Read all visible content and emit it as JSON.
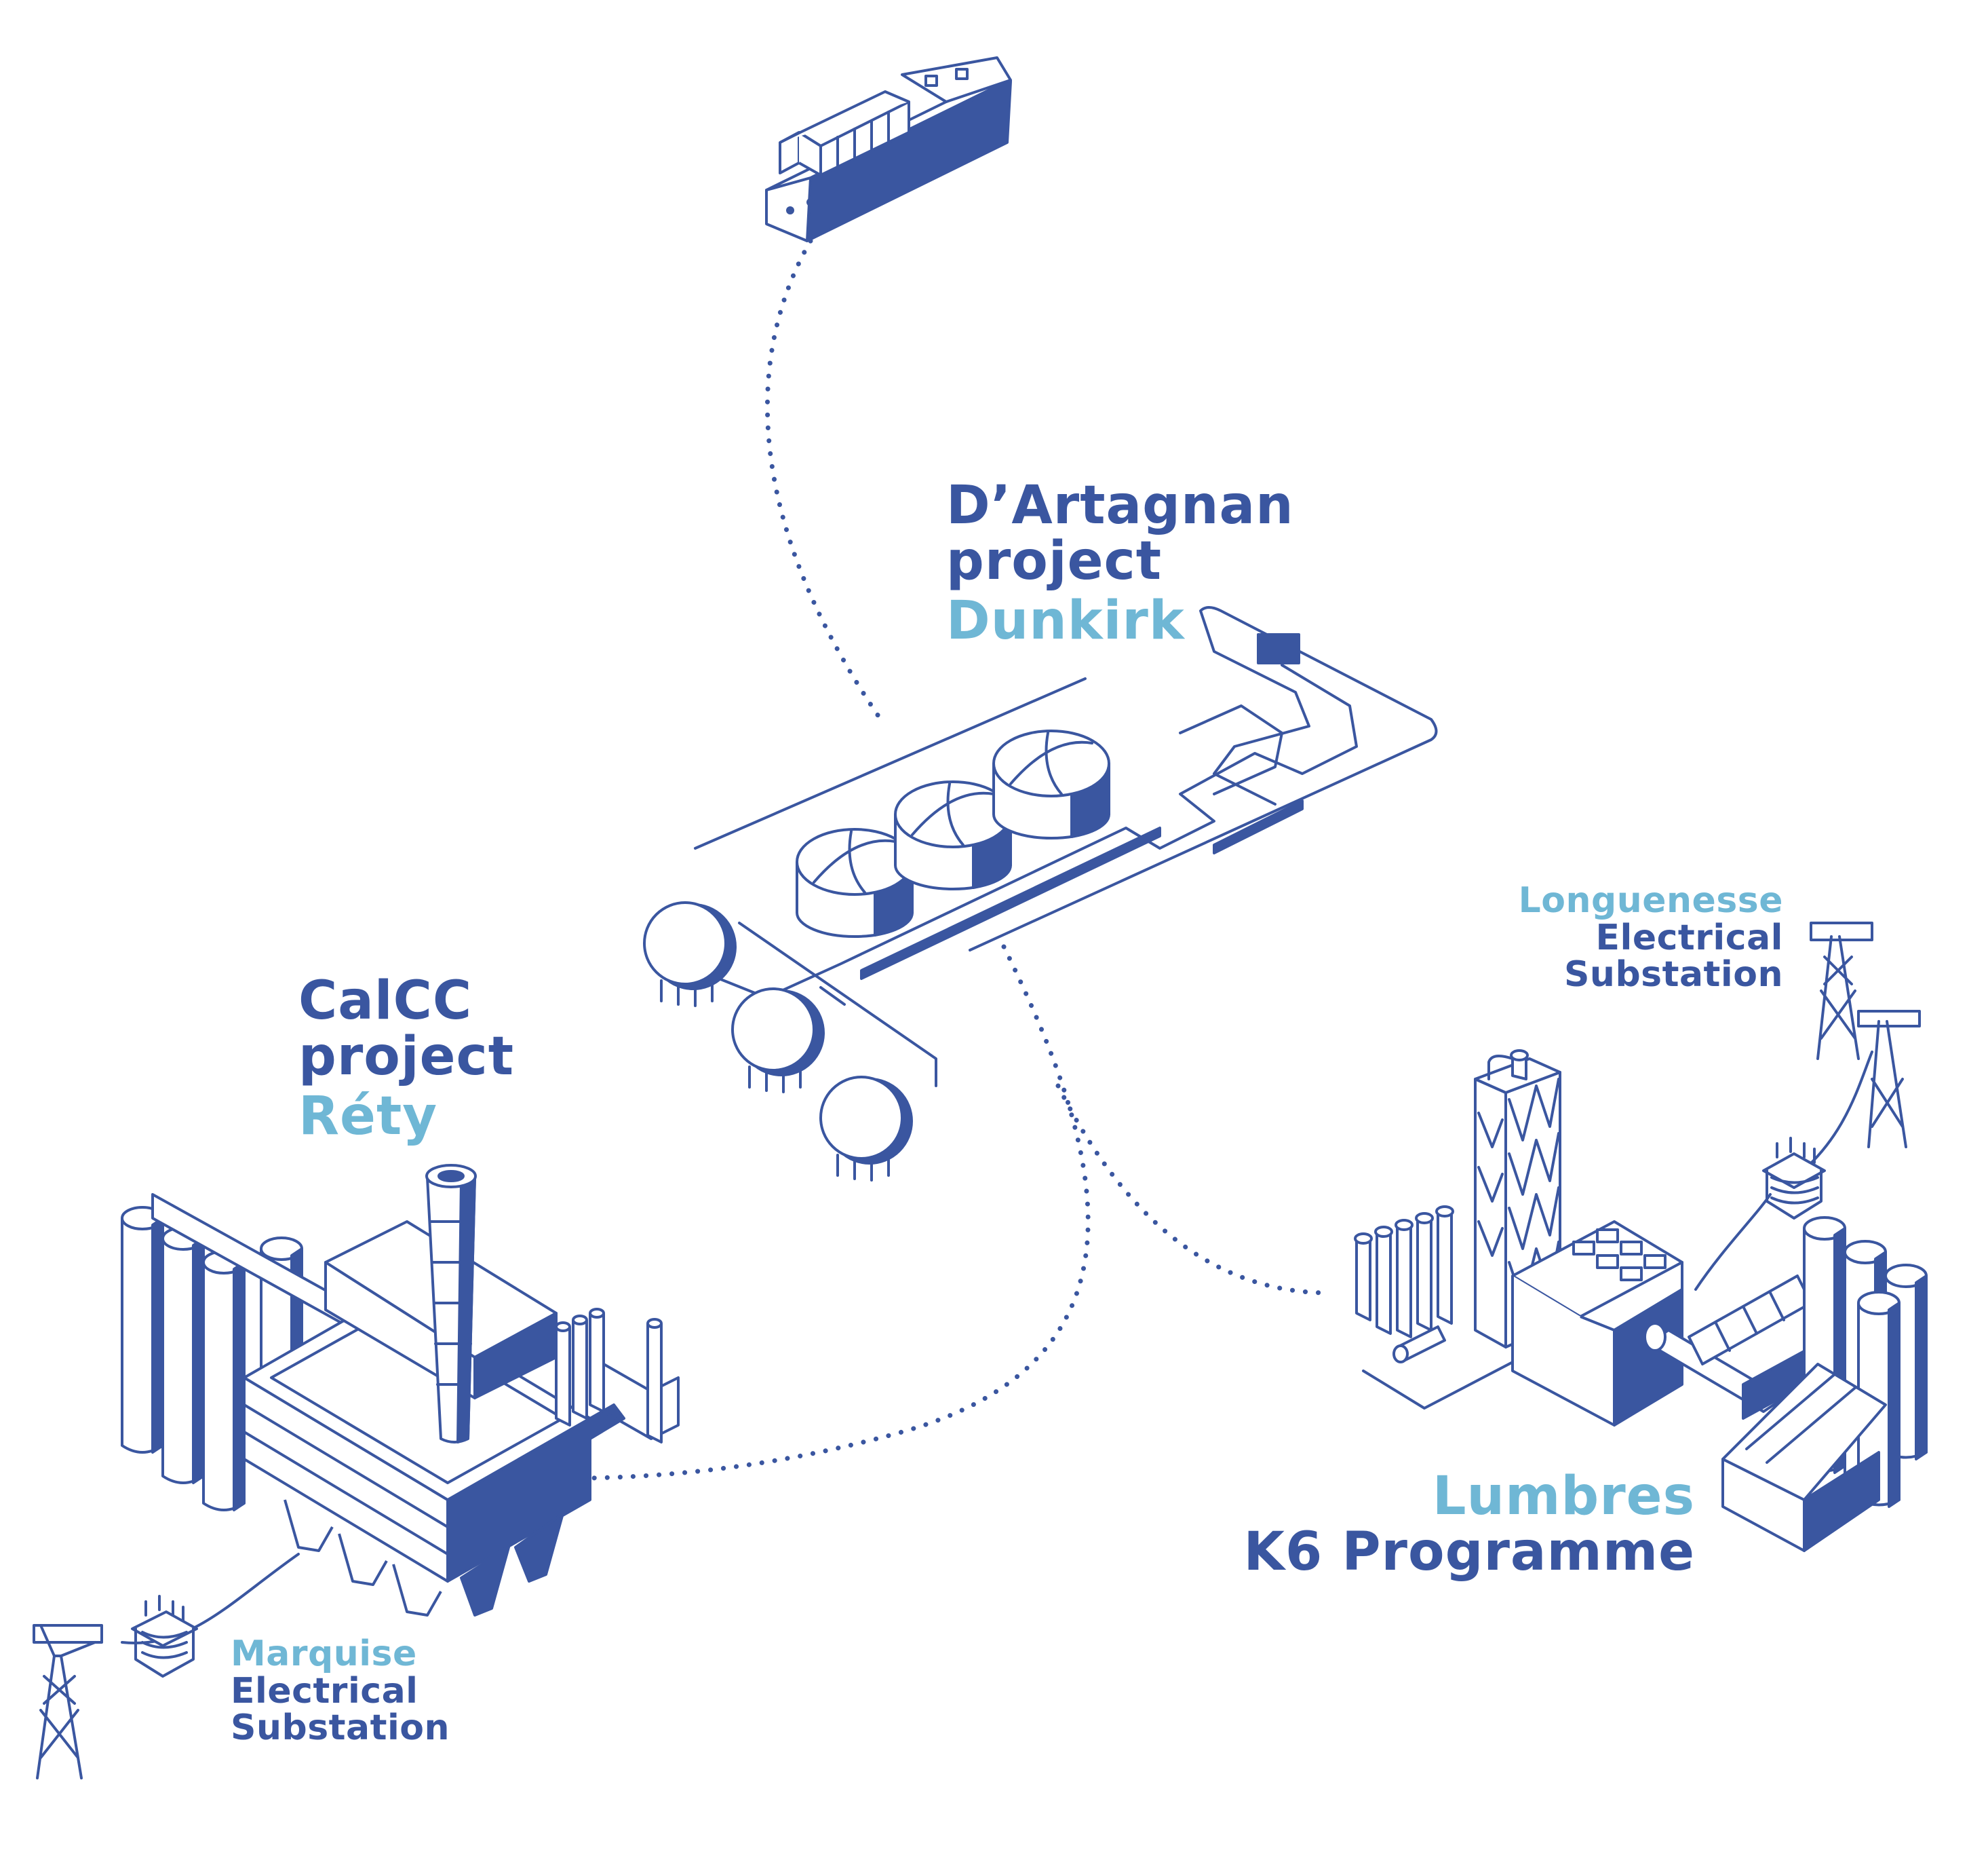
{
  "colors": {
    "primary": "#3a56a0",
    "secondary": "#6fb7d5",
    "background": "#ffffff"
  },
  "labels": {
    "dartagnan": {
      "line1": "D’Artagnan",
      "line2": "project",
      "place": "Dunkirk"
    },
    "calcc": {
      "line1": "CalCC",
      "line2": "project",
      "place": "Réty"
    },
    "lumbres": {
      "place": "Lumbres",
      "line2": "K6 Programme"
    },
    "longuenesse": {
      "place": "Longuenesse",
      "line1": "Electrical",
      "line2": "Substation"
    },
    "marquise": {
      "place": "Marquise",
      "line1": "Electrical",
      "line2": "Substation"
    }
  },
  "icons": [
    "ship-icon",
    "lng-terminal-icon",
    "cement-plant-icon",
    "industrial-plant-icon",
    "pylon-icon",
    "transformer-icon"
  ]
}
